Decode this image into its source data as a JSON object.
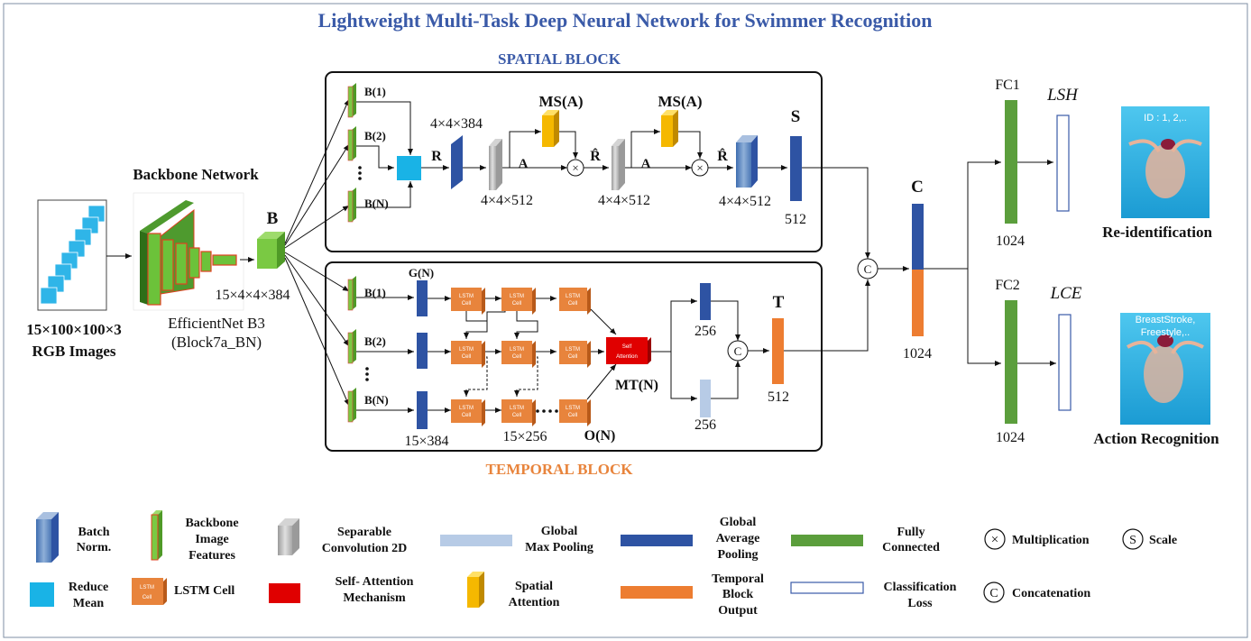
{
  "title": "Lightweight Multi-Task Deep Neural Network for Swimmer Recognition",
  "spatial_block_title": "SPATIAL BLOCK",
  "temporal_block_title": "TEMPORAL BLOCK",
  "input": {
    "dims": "15×100×100×3",
    "caption": "RGB Images"
  },
  "backbone": {
    "title": "Backbone Network",
    "name": "EfficientNet B3",
    "layer": "(Block7a_BN)",
    "output_label": "B",
    "output_dims": "15×4×4×384"
  },
  "spatial": {
    "b1": "B(1)",
    "b2": "B(2)",
    "bn": "B(N)",
    "r_label": "R",
    "r_dims": "4×4×384",
    "a_label": "A",
    "a_dims": "4×4×512",
    "ms_label": "MS(A)",
    "rhat_label": "R̂",
    "s_label": "S",
    "s_dims": "512"
  },
  "temporal": {
    "g_label": "G(N)",
    "b1": "B(1)",
    "b2": "B(2)",
    "bn": "B(N)",
    "g_dims": "15×384",
    "lstm_dims": "15×256",
    "o_label": "O(N)",
    "lstm_cell": [
      "LSTM",
      "Cell"
    ],
    "attention": [
      "Self",
      "Attention"
    ],
    "mt_label": "MT(N)",
    "pool_dims": "256",
    "t_label": "T",
    "t_dims": "512"
  },
  "concat": {
    "label": "C",
    "dims": "1024"
  },
  "heads": {
    "fc1": "FC1",
    "fc2": "FC2",
    "fc_dims": "1024",
    "loss_sh": "LSH",
    "loss_ce": "LCE",
    "reid_caption": "Re-identification",
    "reid_overlay": "ID : 1, 2,..",
    "action_caption": "Action Recognition",
    "action_overlay": [
      "BreastStroke,",
      "Freestyle,.."
    ]
  },
  "legend": {
    "batch_norm": [
      "Batch",
      "Norm."
    ],
    "backbone_features": [
      "Backbone",
      "Image",
      "Features"
    ],
    "separable_conv": [
      "Separable",
      "Convolution 2D"
    ],
    "global_max_pool": [
      "Global",
      "Max Pooling"
    ],
    "global_avg_pool": [
      "Global",
      "Average",
      "Pooling"
    ],
    "fully_connected": [
      "Fully",
      "Connected"
    ],
    "multiplication": "Multiplication",
    "scale": "Scale",
    "reduce_mean": [
      "Reduce",
      "Mean"
    ],
    "lstm_cell": "LSTM Cell",
    "self_attention": [
      "Self- Attention",
      "Mechanism"
    ],
    "spatial_attention": [
      "Spatial",
      "Attention"
    ],
    "temporal_output": [
      "Temporal",
      "Block",
      "Output"
    ],
    "classification_loss": [
      "Classification",
      "Loss"
    ],
    "concatenation": "Concatenation",
    "symbols": {
      "multiply": "×",
      "scale": "S",
      "concat": "C"
    }
  },
  "colors": {
    "title": "#3a5aa8",
    "spatial": "#3a5aa8",
    "temporal": "#e8843c",
    "dark_blue": "#2e53a3",
    "orange": "#ed7d31",
    "green": "#5b9e3c",
    "gold": "#f5b800",
    "red": "#e00000",
    "lstm": "#e8843c",
    "light_blue": "#b7cbe6",
    "cyan": "#19b3e6"
  }
}
